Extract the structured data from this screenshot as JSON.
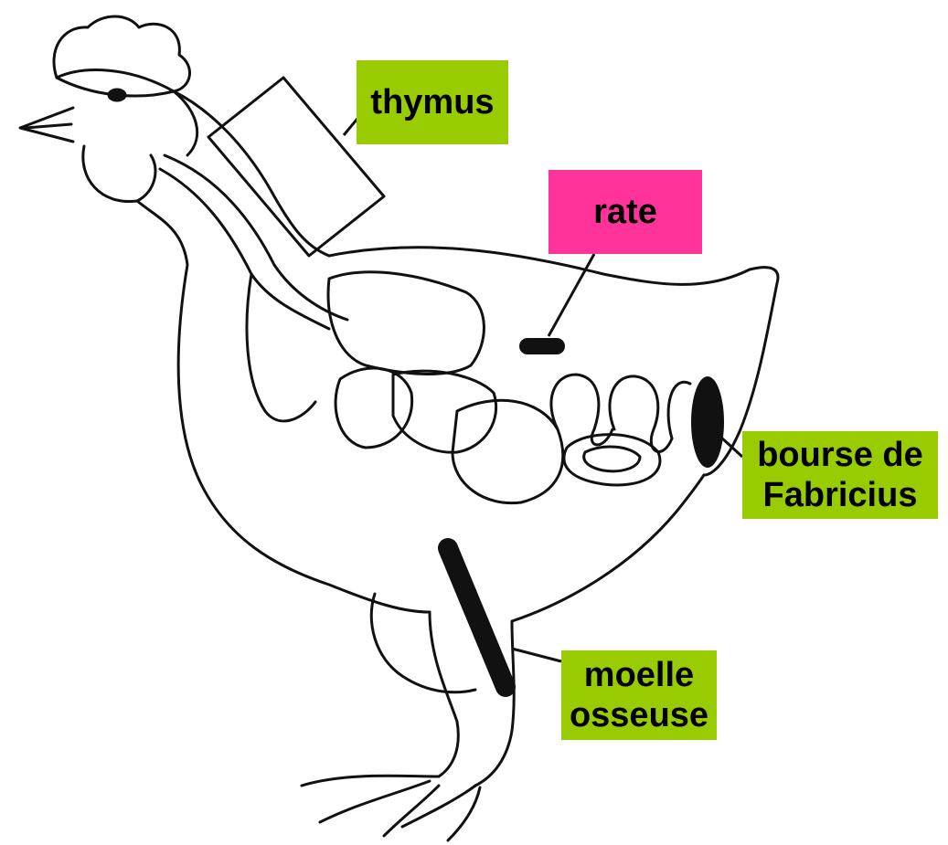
{
  "colors": {
    "green_label": "#99cc00",
    "pink_label": "#ff3399",
    "ink": "#111111",
    "background": "#ffffff"
  },
  "labels": {
    "thymus": {
      "lines": [
        "thymus"
      ]
    },
    "rate": {
      "lines": [
        "rate"
      ]
    },
    "bourse": {
      "lines": [
        "bourse de",
        "Fabricius"
      ]
    },
    "moelle": {
      "lines": [
        "moelle",
        "osseuse"
      ]
    }
  }
}
